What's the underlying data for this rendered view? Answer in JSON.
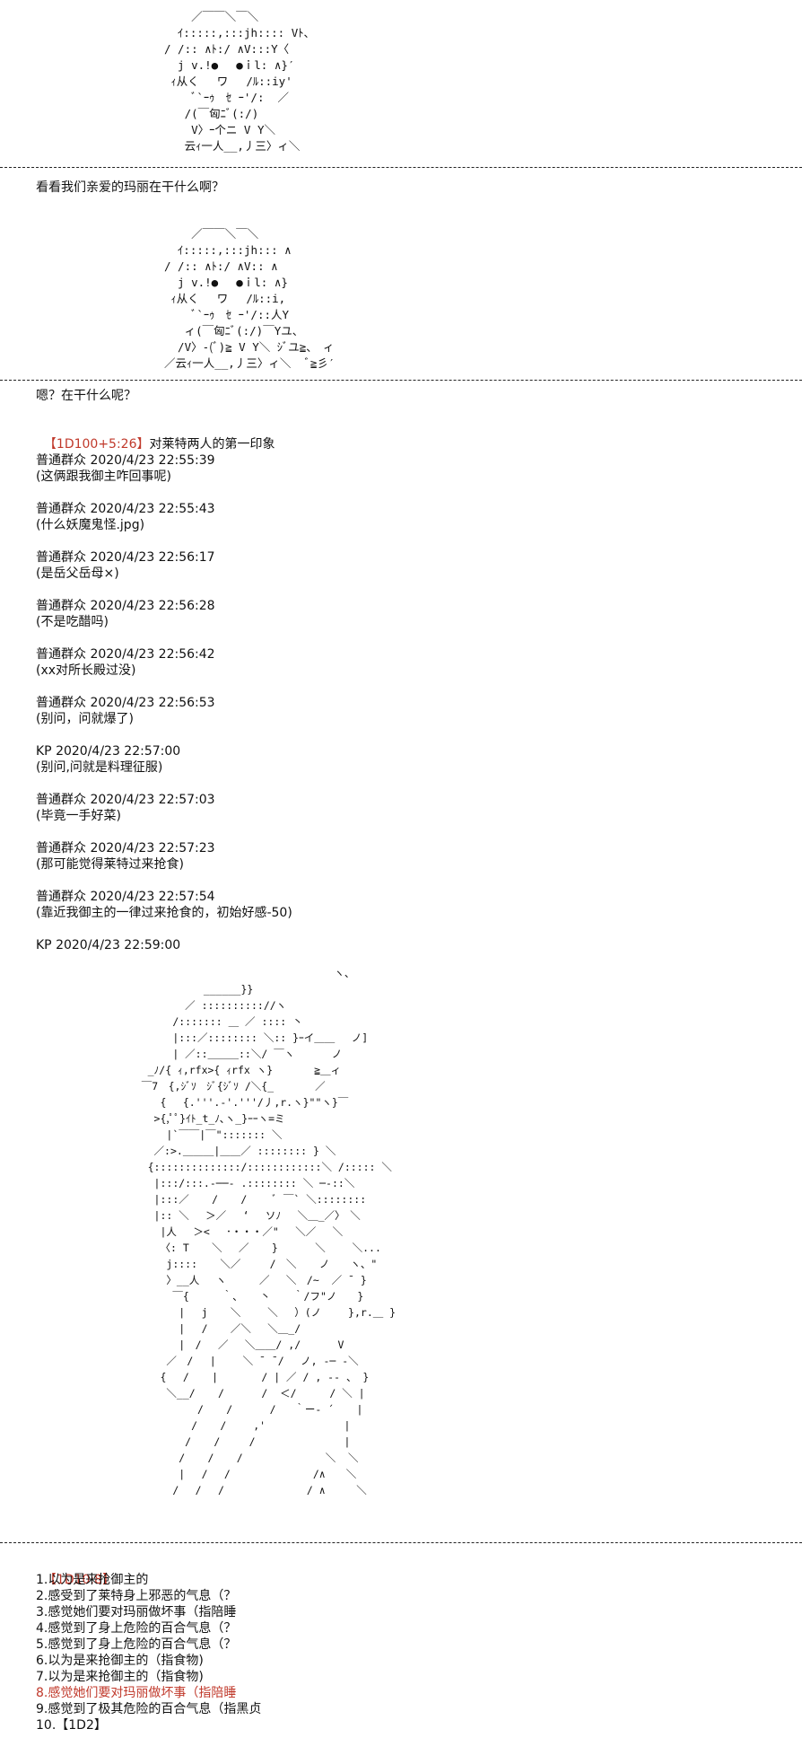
{
  "art1": "                       ／￣￣＼￣＼\n                     ｲ:::::,:::jh:::: Vﾄ、\n                   / /:: ∧ﾄ:/ ∧V:::Y〈\n                     j v.!●　 ●ｉl: ∧}′\n                    ｨ从く　 ワ 　/ﾙ::iy'\n                       ﾞ`ｰｩ　ｾ ｰ'/:  ／\n                      /(￣匈ﾆﾞ(:/)\n                       V〉ｰ个ニ V Y＼\n                      云ｨ一人__,丿三〉ィ＼",
  "caption1": "看看我们亲爱的玛丽在干什么啊？",
  "art2": "                       ／￣￣＼￣＼\n                     ｲ:::::,:::jh::: ∧\n                   / /:: ∧ﾄ:/ ∧V:: ∧\n                     j v.!●　 ●ｉl: ∧}\n                    ｨ从く　 ワ 　/ﾙ::i,\n                       ﾞ`ｰｩ　ｾ ｰ'/::人Y\n                      ィ(￣匈ﾆﾞ(:/)￣Yユ、\n                     /V〉-(ﾞ)≧ V Y＼ ｼﾞユ≧、　ィ\n                   ／云ｨ一人__,丿三〉ィ＼　 ﾞ≧彡′",
  "caption2": "嗯？在干什么呢？",
  "roll1": {
    "tag": "【1D100+5:26】",
    "text": "对莱特两人的第一印象"
  },
  "messages": [
    {
      "header": "普通群众 2020/4/23 22:55:39",
      "body": "(这俩跟我御主咋回事呢)"
    },
    {
      "header": "普通群众 2020/4/23 22:55:43",
      "body": "(什么妖魔鬼怪.jpg)"
    },
    {
      "header": "普通群众 2020/4/23 22:56:17",
      "body": "(是岳父岳母×)"
    },
    {
      "header": "普通群众 2020/4/23 22:56:28",
      "body": "(不是吃醋吗)"
    },
    {
      "header": "普通群众 2020/4/23 22:56:42",
      "body": "(xx对所长殿过没)"
    },
    {
      "header": "普通群众 2020/4/23 22:56:53",
      "body": "(别问，问就爆了)"
    },
    {
      "header": "KP 2020/4/23 22:57:00",
      "body": "(别问,问就是料理征服)"
    },
    {
      "header": "普通群众 2020/4/23 22:57:03",
      "body": "(毕竟一手好菜)"
    },
    {
      "header": "普通群众 2020/4/23 22:57:23",
      "body": "(那可能觉得莱特过来抢食)"
    },
    {
      "header": "普通群众 2020/4/23 22:57:54",
      "body": "(靠近我御主的一律过来抢食的，初始好感-50)"
    },
    {
      "header": "KP 2020/4/23 22:59:00",
      "body": ""
    }
  ],
  "art3": "                                                ヽ、\n                           ______}}\n                        ／ :::::::::://ヽ\n                      /::::::: ＿ ／ :::: 丶\n                      |:::／:::::::: ＼:: }ｰイ＿＿　 ノ]\n                      | ／::＿＿＿::＼/ ￣ヽ      ノ\n                  _ﾉ/{ ｨ,rfx>{ ｨrfx ヽ}　　　　≧＿ィ\n                 ￣7　{,ｼﾞｿ　ｼﾞ{ｼﾞｿ /＼{_　　　　／\n                    {　 {.'''.-'.'''/丿,r.ヽ}\"\"ヽ}￣\n                   >{,ﾟﾟ}ｲﾄ_t_ﾉ､ヽ_}ｰｰヽ=ミ\n                     |`￣￣|￣\"::::::: ＼\n                   ／:>.＿＿＿|＿＿／ :::::::: } ＼\n                  {::::::::::::::/::::::::::::＼ /::::: ＼\n                   |:::/:::.-──- .:::::::: ＼ ─-::＼\n                   |:::／　  /　  /　   ﾞ ￣` ＼::::::::\n                   |:: ＼　 ＞／　 ‘　 ソﾉ　 ＼＿_／〉　＼\n                    |人　 ＞<　 ･・・・／\"　 ＼／　 ＼\n                    〈: T　  ＼　 ／　  }　　　 ＼　　 ＼...\n                     j::::　  ＼／　   /　＼　  ノ　　ヽ、\"\n                     〉__人　 ヽ　　  ／　 ＼　/~  ／ ¯ }\n                      ￣{　　  ｀、　  丶　  ｀/フ\"ノ　　}\n                       |　 j　  ＼　　 ＼　 ）(ノ　　 },r.＿ }\n                       |　 /　  ／＼　 ＼＿_/\n                       |　/　 ／　 ＼＿＿/ ,/　　　 V\n                     ／　/　 |　　 ＼ ¯ ¯/　 ノ, -─ ‐＼\n                    {　 /　  |　　　  / | ／ / , -‐ 、 }\n                     ＼__/　  /　　　 /  ＜/　　  / ＼ |\n                          /　  /　　　 /   ｀ー‐ ´ 　 |\n                         /　  /　　 ,'　　　　　　　 |\n                        /　  /　   /　　　　　　　　 |\n                       /　  /　  /　　　　　　　　＼  ＼\n                       |　 /　 /　　　　　　　　/∧　　＼\n                      /　 /　 /　　　　　　　　/ ∧　　　＼",
  "roll2": {
    "tag": "【1D10:8】"
  },
  "options": [
    {
      "text": "1.以为是来抢御主的",
      "highlight": false
    },
    {
      "text": "2.感受到了莱特身上邪恶的气息（？",
      "highlight": false
    },
    {
      "text": "3.感觉她们要对玛丽做坏事（指陪睡",
      "highlight": false
    },
    {
      "text": "4.感觉到了身上危险的百合气息（？",
      "highlight": false
    },
    {
      "text": "5.感觉到了身上危险的百合气息（？",
      "highlight": false
    },
    {
      "text": "6.以为是来抢御主的（指食物)",
      "highlight": false
    },
    {
      "text": "7.以为是来抢御主的（指食物)",
      "highlight": false
    },
    {
      "text": "8.感觉她们要对玛丽做坏事（指陪睡",
      "highlight": true
    },
    {
      "text": "9.感觉到了极其危险的百合气息（指黑贞",
      "highlight": false
    },
    {
      "text": "10.【1D2】",
      "highlight": false
    }
  ],
  "colors": {
    "roll_tag": "#c0392b",
    "highlight": "#c0392b",
    "divider": "#222222"
  }
}
